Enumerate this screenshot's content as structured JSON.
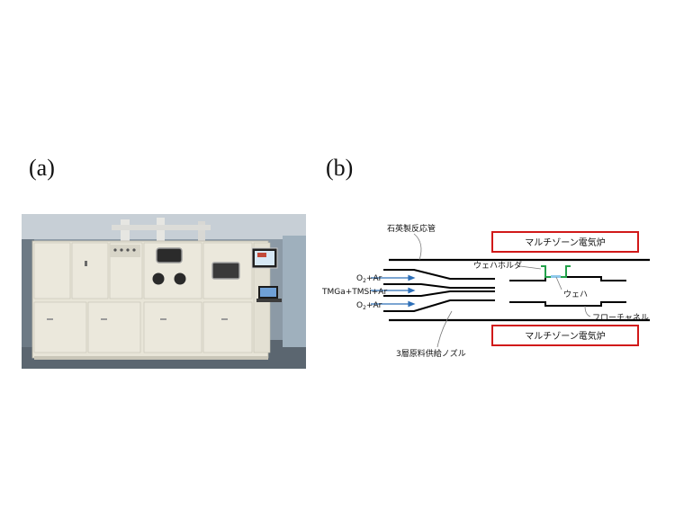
{
  "panels": {
    "a": {
      "label": "(a)"
    },
    "b": {
      "label": "(b)"
    }
  },
  "diagram": {
    "reactor_tube_label": "石英製反応管",
    "furnace_top_label": "マルチゾーン電気炉",
    "furnace_bottom_label": "マルチゾーン電気炉",
    "wafer_holder_label": "ウェハホルダ",
    "wafer_label": "ウェハ",
    "flow_channel_label": "フローチャネル",
    "nozzle_label": "3層原料供給ノズル",
    "gas_inlets": [
      {
        "main": "O",
        "sub": "2",
        "rest": "+Ar"
      },
      {
        "main": "TMGa+TMSi+Ar",
        "sub": "",
        "rest": ""
      },
      {
        "main": "O",
        "sub": "2",
        "rest": "+Ar"
      }
    ]
  },
  "colors": {
    "furnace_border": "#d11919",
    "wafer_holder": "#22a04a",
    "wafer": "#8ec9ec",
    "gas_arrow": "#2d6fb8",
    "tube_line": "#000000",
    "leader_line": "#7a7a7a"
  }
}
